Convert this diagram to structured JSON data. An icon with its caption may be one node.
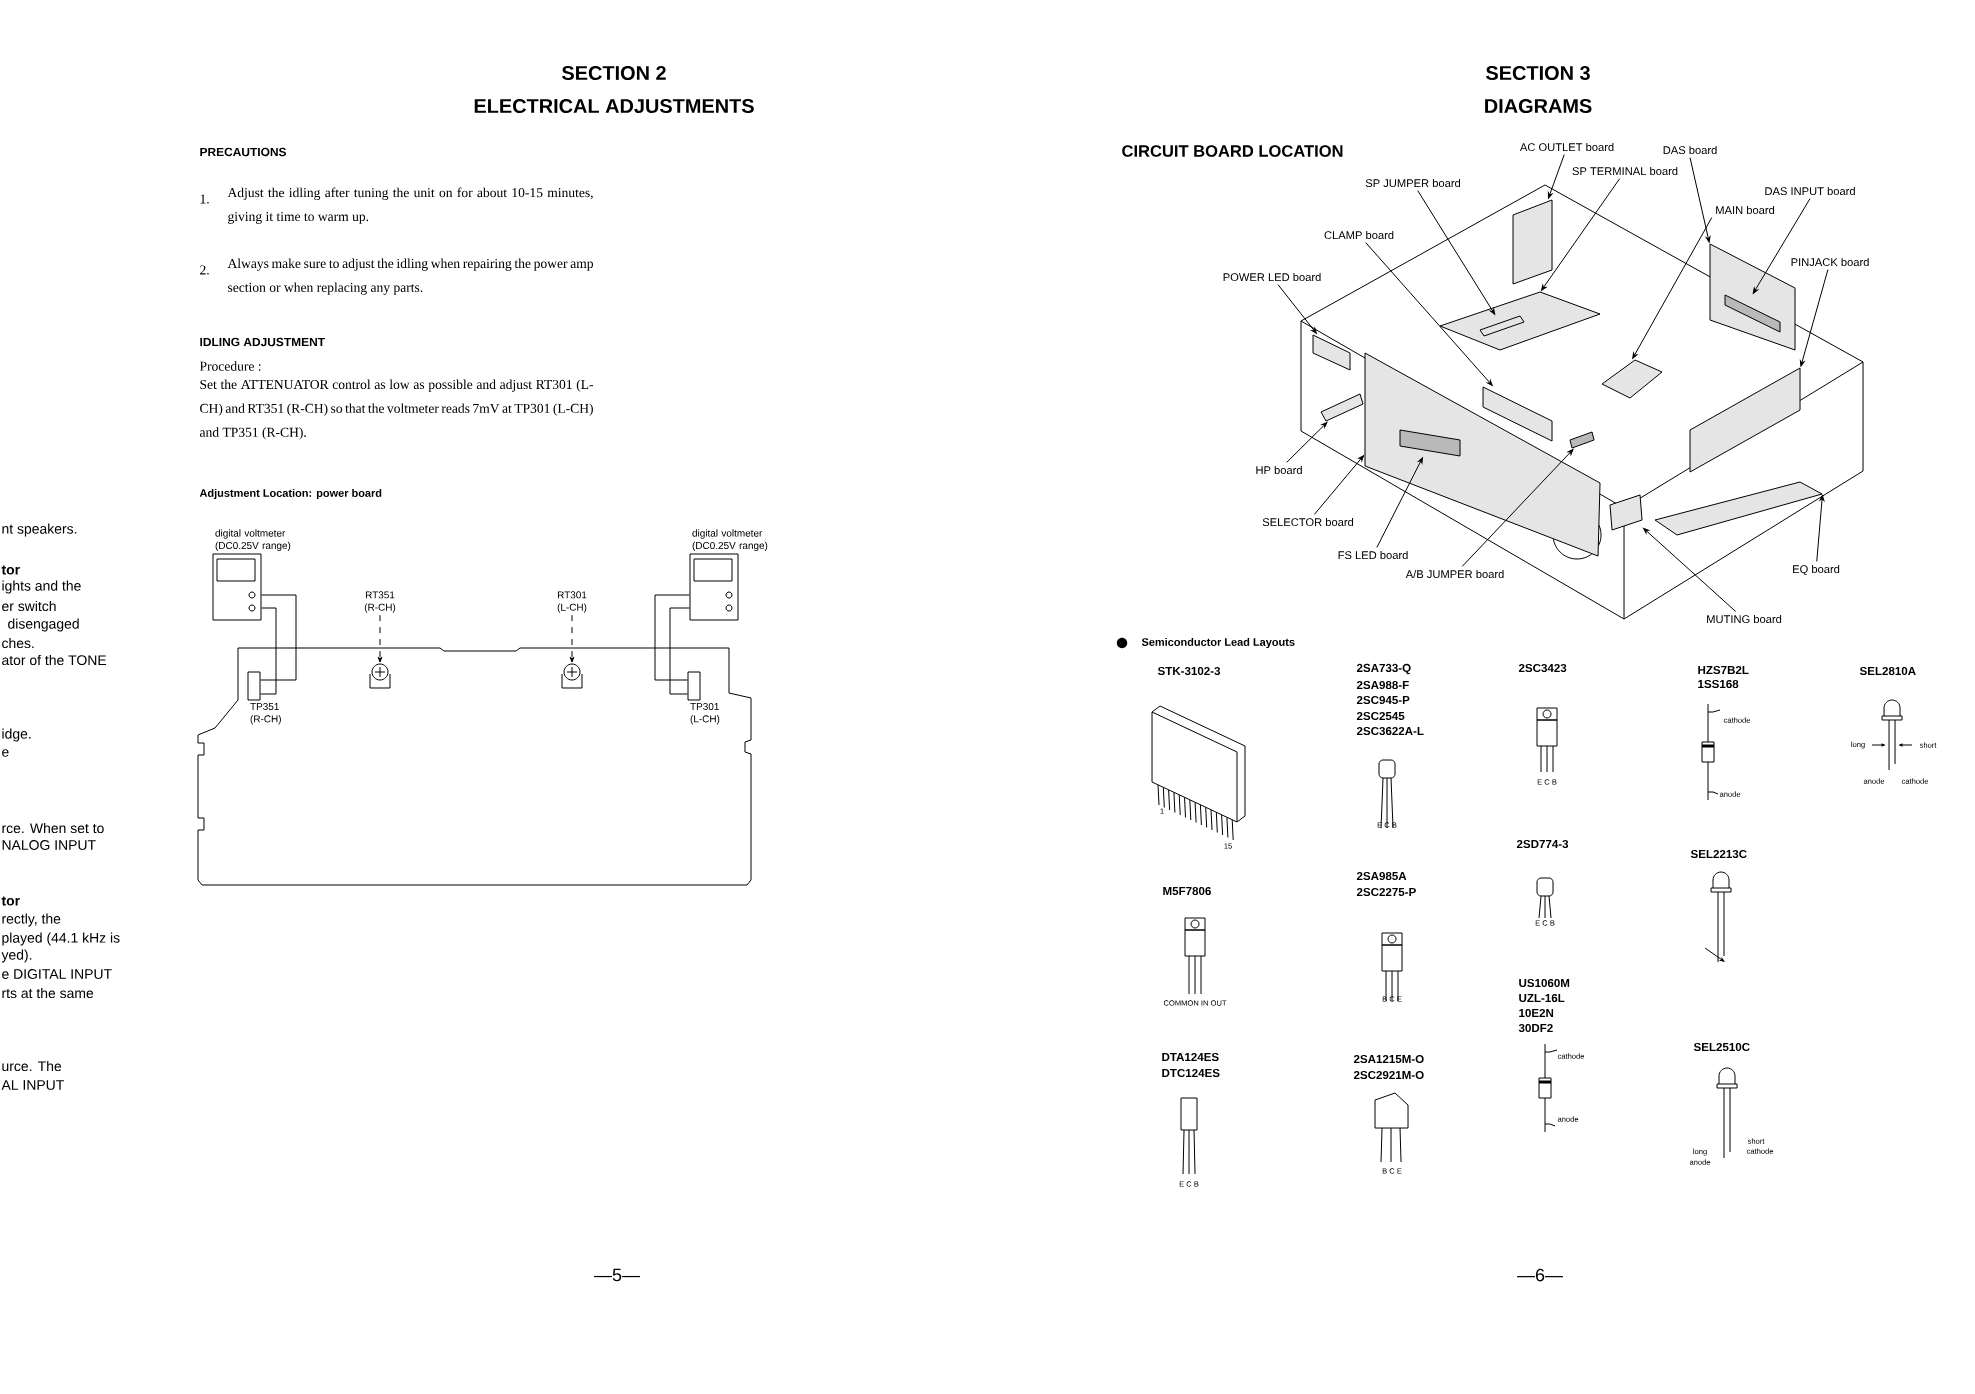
{
  "diagram": {
    "nodes": [
      {
        "text": [
          "digital voltmeter (DC0.25V range)"
        ]
      },
      {
        "text": [
          "digital voltmeter (DC0.25V range)"
        ]
      },
      {
        "text": [],
        "shape": "box"
      },
      {
        "text": [
          "TP351 (R-CH)"
        ],
        "in": 2
      },
      {
        "text": [
          "TP301 (L-CH)"
        ],
        "in": 2
      },
      {
        "text": [
          "RT351 (R-CH)"
        ]
      },
      {
        "text": [],
        "shape": "circle",
        "in": 2
      },
      {
        "text": [
          "RT301 (L-CH)"
        ]
      },
      {
        "text": [],
        "shape": "circle",
        "in": 2
      },
      {
        "text": [
          "AC OUTLET board"
        ]
      },
      {
        "text": [
          "DAS board"
        ]
      },
      {
        "text": [
          "SP TERMINAL board"
        ]
      },
      {
        "text": [
          "SP JUMPER board"
        ]
      },
      {
        "text": [
          "DAS INPUT board"
        ]
      },
      {
        "text": [
          "MAIN board"
        ]
      },
      {
        "text": [
          "CLAMP board"
        ]
      },
      {
        "text": [
          "PINJACK board"
        ]
      },
      {
        "text": [
          "POWER LED board"
        ]
      },
      {
        "text": [
          "HP board"
        ]
      },
      {
        "text": [
          "SELECTOR board"
        ]
      },
      {
        "text": [
          "FS LED board"
        ]
      },
      {
        "text": [
          "A/B JUMPER board"
        ]
      },
      {
        "text": [
          "EQ board"
        ]
      },
      {
        "text": [
          "MUTING board"
        ]
      },
      {
        "text": [],
        "shape": "picture"
      },
      {
        "text": [],
        "shape": "box",
        "in": 24
      },
      {
        "text": [],
        "shape": "box",
        "in": 24
      },
      {
        "text": [],
        "shape": "box",
        "in": 24
      },
      {
        "text": [],
        "shape": "box",
        "in": 27
      },
      {
        "text": [],
        "shape": "box",
        "in": 26
      },
      {
        "text": [],
        "shape": "box",
        "in": 24
      },
      {
        "text": [],
        "shape": "box",
        "in": 35
      },
      {
        "text": [],
        "shape": "box",
        "in": 24
      },
      {
        "text": [],
        "shape": "box",
        "in": 24
      },
      {
        "text": [],
        "shape": "box",
        "in": 24
      },
      {
        "text": [],
        "shape": "box"
      },
      {
        "text": [],
        "shape": "box",
        "in": 35
      },
      {
        "text": [],
        "shape": "box",
        "in": 35
      },
      {
        "text": [],
        "shape": "box",
        "in": 24
      },
      {
        "text": [],
        "shape": "box"
      }
    ],
    "edges": [
      {
        "from": 0,
        "to": 3,
        "arrow": "none"
      },
      {
        "from": 0,
        "to": 3,
        "arrow": "none"
      },
      {
        "from": 1,
        "to": 4,
        "arrow": "none"
      },
      {
        "from": 1,
        "to": 4,
        "arrow": "none"
      },
      {
        "from": 5,
        "to": 6,
        "arrow": "to",
        "style": "dashed"
      },
      {
        "from": 7,
        "to": 8,
        "arrow": "to",
        "style": "dashed"
      },
      {
        "from": 9,
        "to": 25,
        "arrow": "to"
      },
      {
        "from": 10,
        "to": 26,
        "arrow": "to"
      },
      {
        "from": 11,
        "to": 27,
        "arrow": "to"
      },
      {
        "from": 12,
        "to": 28,
        "arrow": "to"
      },
      {
        "from": 13,
        "to": 29,
        "arrow": "to"
      },
      {
        "from": 14,
        "to": 30,
        "arrow": "to"
      },
      {
        "from": 15,
        "to": 31,
        "arrow": "to"
      },
      {
        "from": 16,
        "to": 32,
        "arrow": "to"
      },
      {
        "from": 17,
        "to": 33,
        "arrow": "to"
      },
      {
        "from": 18,
        "to": 34,
        "arrow": "to"
      },
      {
        "from": 19,
        "to": 35,
        "arrow": "to"
      },
      {
        "from": 20,
        "to": 36,
        "arrow": "to"
      },
      {
        "from": 21,
        "to": 37,
        "arrow": "to"
      },
      {
        "from": 22,
        "to": 38,
        "arrow": "to"
      },
      {
        "from": 23,
        "to": 39,
        "arrow": "to"
      }
    ],
    "labels": [
      "nt speakers.",
      "tor",
      "ights and the",
      "er switch",
      "disengaged",
      "ches.",
      "ator of the TONE",
      "idge.",
      "e",
      "rce. When set to",
      "NALOG INPUT",
      "tor",
      "rectly, the",
      "played (44.1 kHz is",
      "yed).",
      "e DIGITAL INPUT",
      "rts at the same",
      "urce. The",
      "AL INPUT",
      "SECTION 2",
      "ELECTRICAL ADJUSTMENTS",
      "PRECAUTIONS",
      "1.",
      "Adjust the idling after tuning the unit on for about 10-15 minutes, giving it time to warm up.",
      "2.",
      "Always make sure to adjust the idling when repairing the power amp section or when replacing any parts.",
      "IDLING ADJUSTMENT",
      "Procedure :",
      "Set the ATTENUATOR control as low as possible and adjust RT301 (L-CH) and RT351 (R-CH) so that the voltmeter reads 7mV at TP301 (L-CH) and TP351 (R-CH).",
      "Adjustment Location: power board",
      "—5—",
      "SECTION 3",
      "DIAGRAMS",
      "CIRCUIT BOARD LOCATION",
      "Semiconductor Lead Layouts",
      "STK-3102-3",
      "2SA733-Q",
      "2SA988-F",
      "2SC945-P",
      "2SC2545",
      "2SC3622A-L",
      "2SC3423",
      "HZS7B2L",
      "1SS168",
      "SEL2810A",
      "1",
      "15",
      "E C B",
      "E C B",
      "cathode",
      "anode",
      "long",
      "short",
      "anode",
      "cathode",
      "2SD774-3",
      "SEL2213C",
      "M5F7806",
      "2SA985A",
      "2SC2275-P",
      "E C B",
      "COMMON IN OUT",
      "B C E",
      "US1060M",
      "UZL-16L",
      "10E2N",
      "30DF2",
      "DTA124ES",
      "DTC124ES",
      "2SA1215M-O",
      "2SC2921M-O",
      "SEL2510C",
      "cathode",
      "anode",
      "short",
      "cathode",
      "long",
      "anode",
      "E C B",
      "B C E",
      "—6—"
    ]
  }
}
